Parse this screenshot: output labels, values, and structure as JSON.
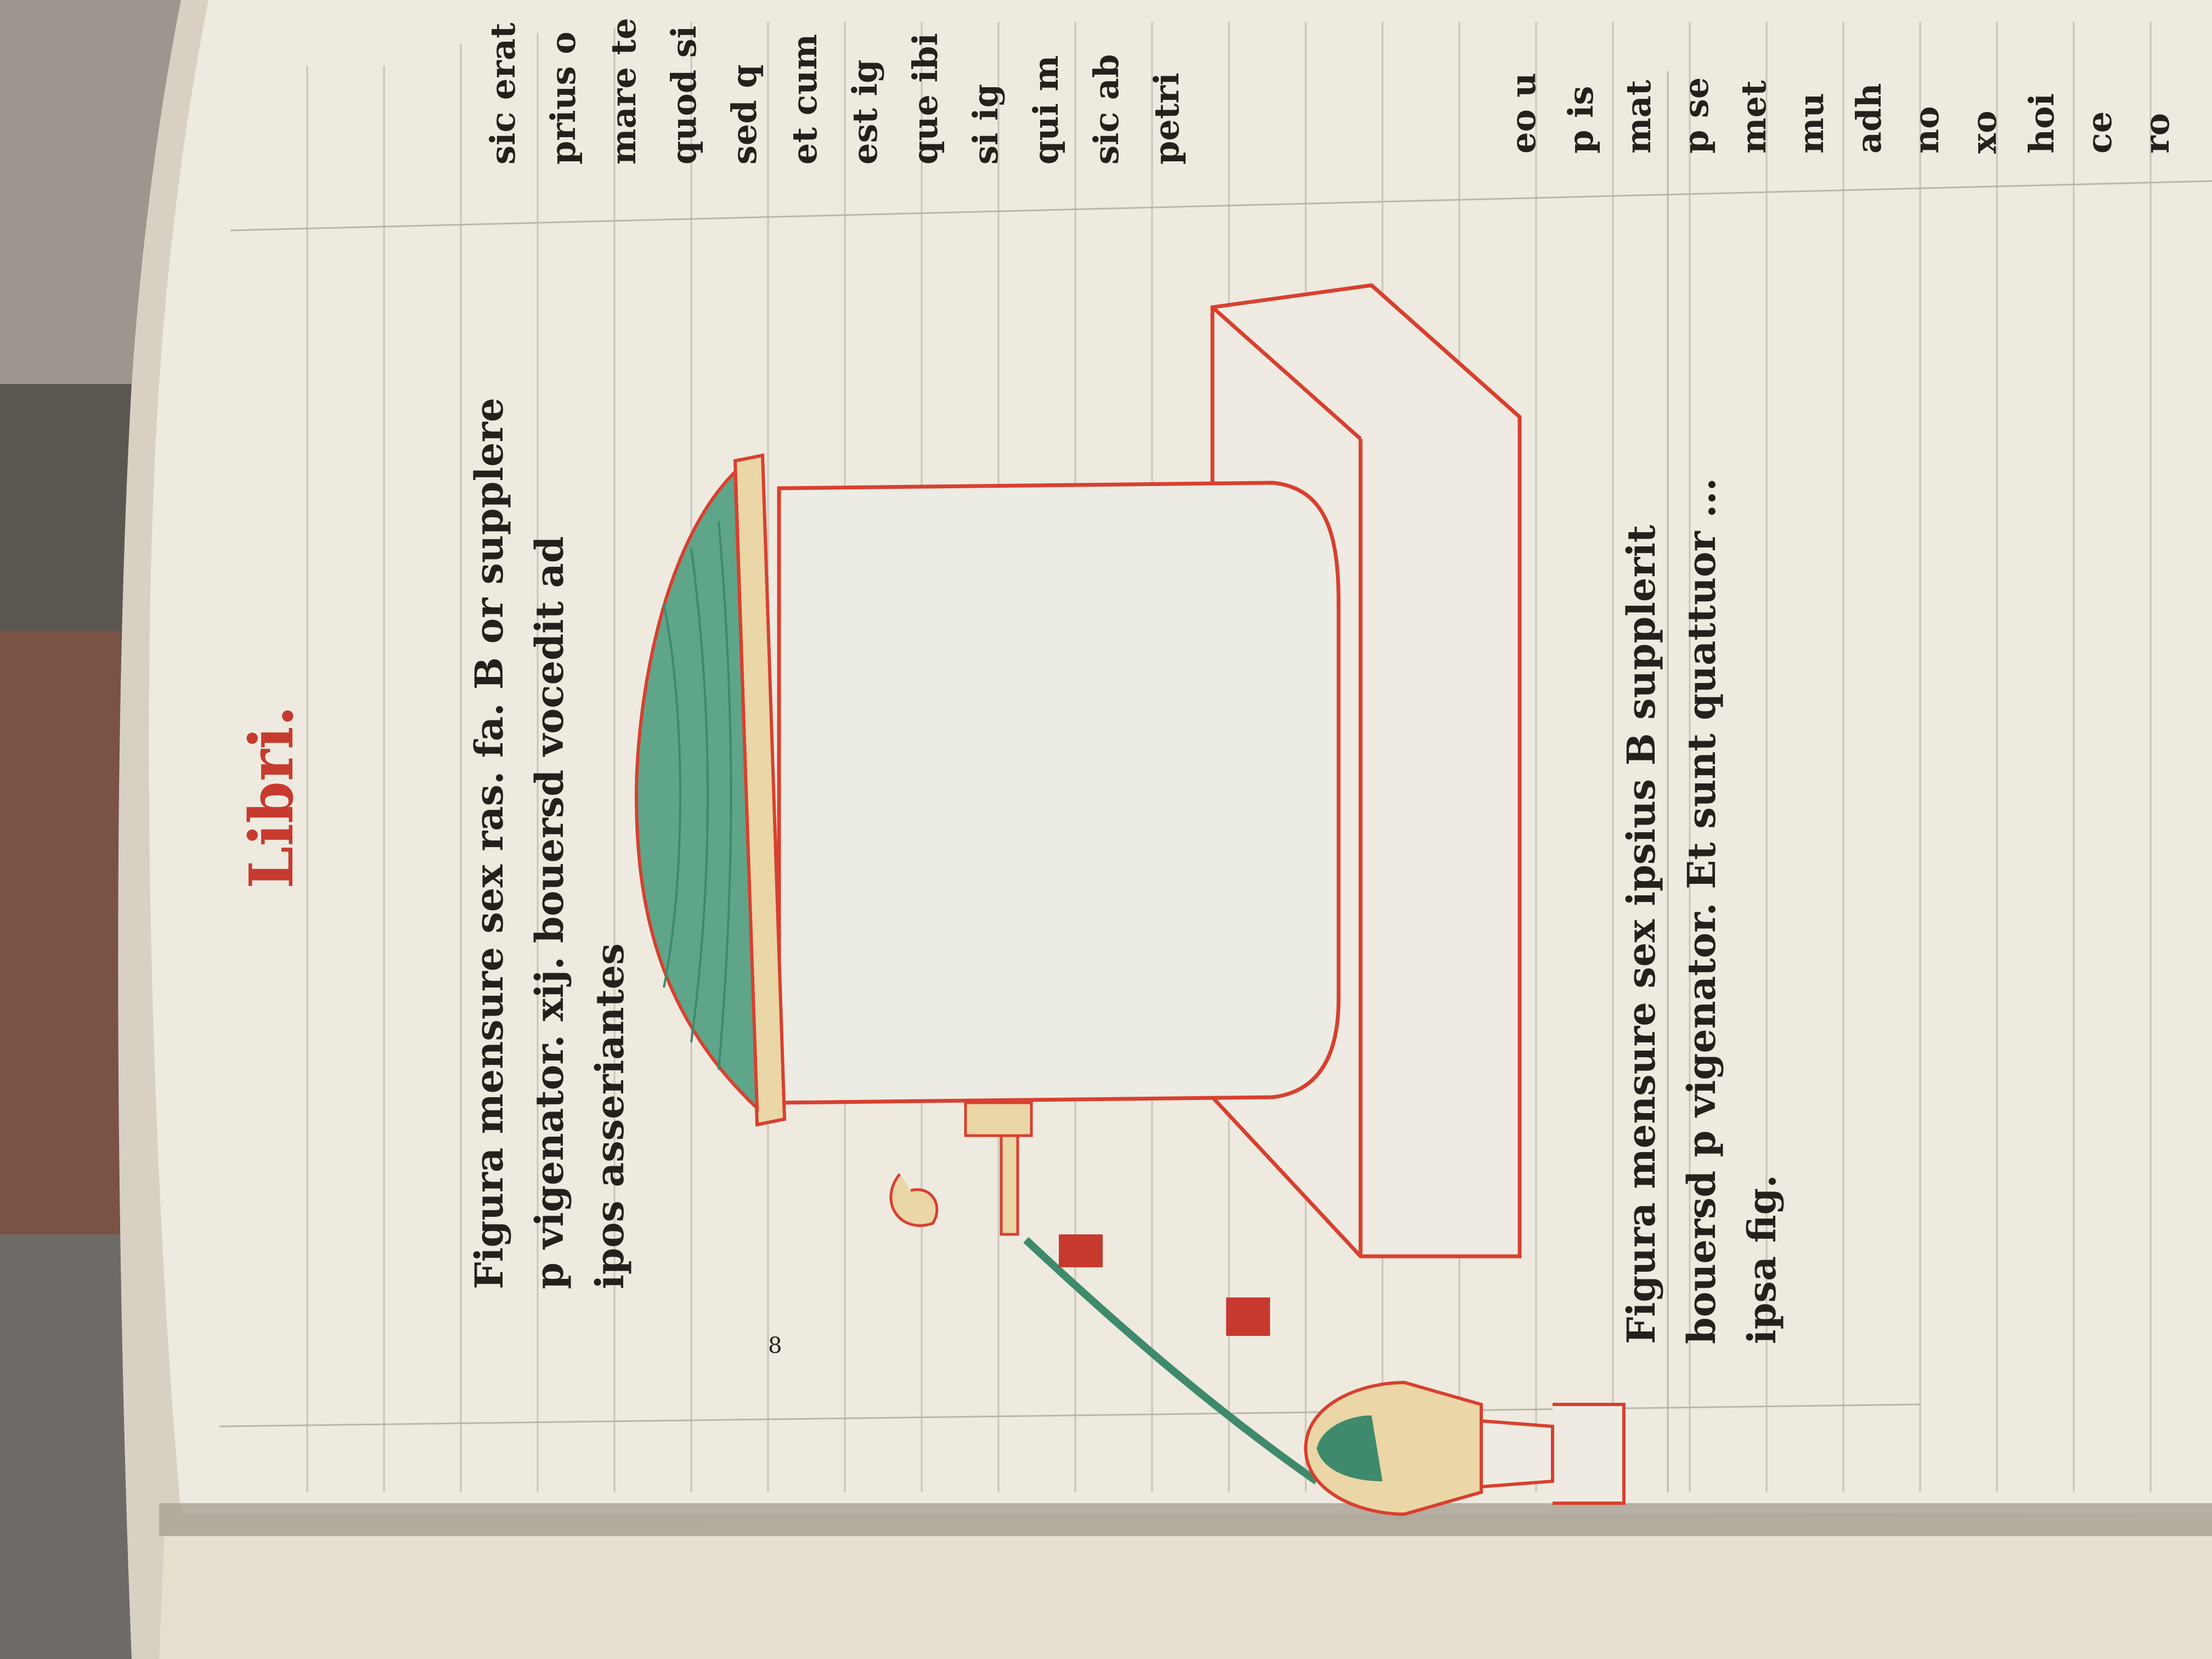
{
  "manuscript": {
    "running_head": "Libri.",
    "upper_caption_lines": [
      "Figura mensure sex ras. fa. B or supplere",
      "p vigenator. xij. bouersd vocedit ad",
      "ipos asseriantes"
    ],
    "lower_caption_lines": [
      "Figura mensure sex ipsius B supplerit",
      "bouersd p vigenator. Et sunt quattuor ...",
      "ipsa fig."
    ],
    "folio_mark": "8",
    "right_column_fragments": [
      "sic erat",
      "prius o",
      "mare te",
      "quod si",
      "sed q",
      "et cum",
      "est ig",
      "que ibi",
      "si ig",
      "qui m",
      "sic ab",
      "petri",
      "eo u",
      "p is",
      "mat",
      "p se",
      "met",
      "mu",
      "adh",
      "no",
      "xo",
      "hoi",
      "ce",
      "ro"
    ]
  },
  "colors": {
    "parchment": "#eeeae0",
    "ruling": "#c9c4b8",
    "red_ink": "#d8402f",
    "rubric": "#c83a2e",
    "verdigris": "#5fa58a",
    "verdigris_dark": "#3f8a6c",
    "buff": "#ead6a6",
    "ink": "#24201c"
  }
}
